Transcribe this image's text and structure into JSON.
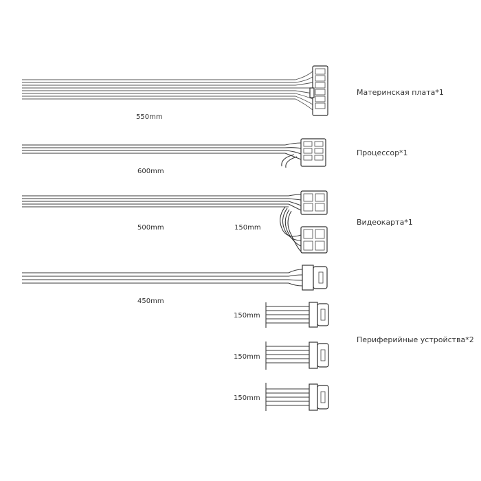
{
  "cables": [
    {
      "name": "Материнская плата*1",
      "length": "550mm"
    },
    {
      "name": "Процессор*1",
      "length": "600mm"
    },
    {
      "name": "Видеокарта*1",
      "length": "500mm",
      "extra_length": "150mm"
    },
    {
      "length": "450mm"
    }
  ],
  "peripheral": {
    "name": "Периферийные устройства*2",
    "segments": [
      "150mm",
      "150mm",
      "150mm"
    ]
  }
}
